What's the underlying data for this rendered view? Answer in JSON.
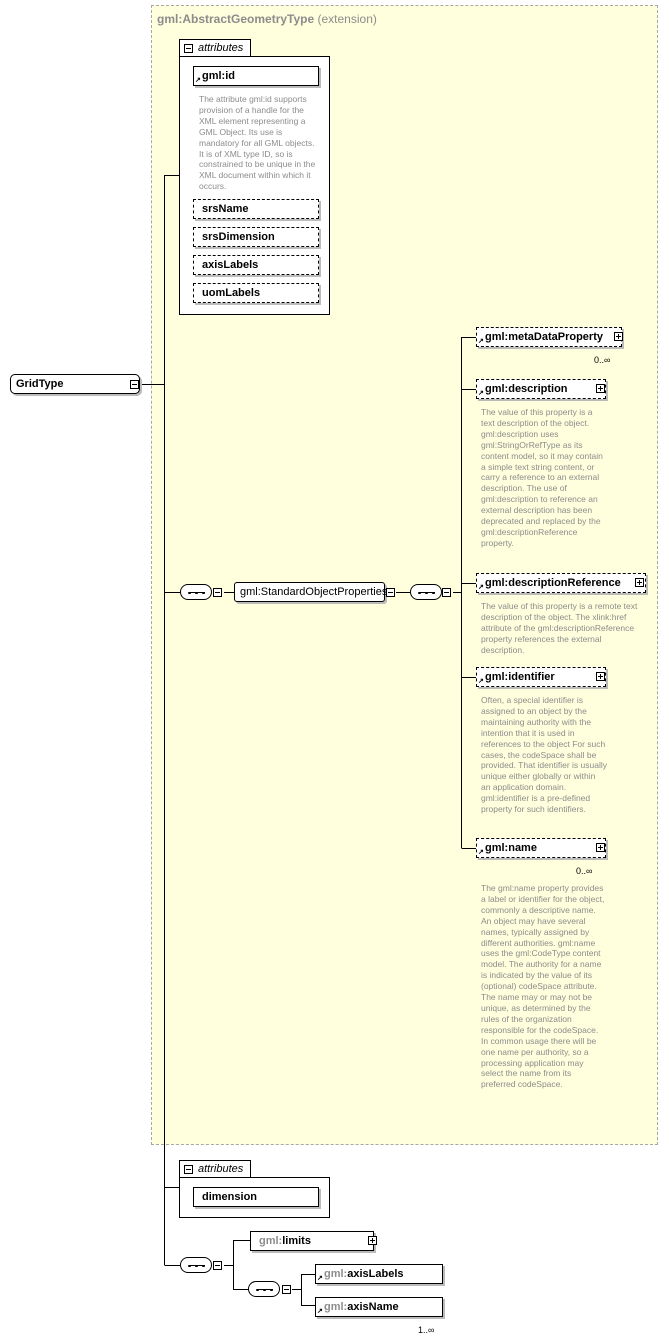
{
  "extension": {
    "type_name": "gml:AbstractGeometryType",
    "type_suffix": "(extension)"
  },
  "root": {
    "label": "GridType"
  },
  "attributes_label": "attributes",
  "top_attributes": {
    "gml_id": {
      "label": "gml:id",
      "description": "The attribute gml:id supports provision of a handle for the XML element representing a GML Object. Its use is mandatory for all GML objects. It is of XML type ID, so is constrained to be unique in the XML document within which it occurs."
    },
    "items": [
      "srsName",
      "srsDimension",
      "axisLabels",
      "uomLabels"
    ]
  },
  "group": {
    "label": "gml:StandardObjectProperties"
  },
  "elements": {
    "metaDataProperty": {
      "label": "gml:metaDataProperty",
      "cardinality": "0..∞"
    },
    "description": {
      "label": "gml:description",
      "text": "The value of this property is a text description of the object. gml:description uses gml:StringOrRefType as its content model, so it may contain a simple text string content, or carry a reference to an external description. The use of gml:description to reference an external description has been deprecated and replaced by the gml:descriptionReference property."
    },
    "descriptionReference": {
      "label": "gml:descriptionReference",
      "text": "The value of this property is a remote text description of the object. The xlink:href attribute of the gml:descriptionReference property references the external description."
    },
    "identifier": {
      "label": "gml:identifier",
      "text": "Often, a special identifier is assigned to an object by the maintaining authority with the intention that it is used in references to the object For such cases, the codeSpace shall be provided. That identifier is usually unique either globally or within an application domain. gml:identifier is a pre-defined property for such identifiers."
    },
    "name": {
      "label": "gml:name",
      "cardinality": "0..∞",
      "text": "The gml:name property provides a label or identifier for the object, commonly a descriptive name. An object may have several names, typically assigned by different authorities. gml:name uses the gml:CodeType content model.  The authority for a name is indicated by the value of its (optional) codeSpace attribute.  The name may or may not be unique, as determined by the rules of the organization responsible for the codeSpace.  In common usage there will be one name per authority, so a processing application may select the name from its preferred codeSpace."
    }
  },
  "bottom_attributes": {
    "items": [
      "dimension"
    ]
  },
  "bottom_sequence": {
    "limits": {
      "prefix": "gml:",
      "name": "limits"
    },
    "axisLabels": {
      "prefix": "gml:",
      "name": "axisLabels"
    },
    "axisName": {
      "prefix": "gml:",
      "name": "axisName",
      "cardinality": "1..∞"
    }
  }
}
